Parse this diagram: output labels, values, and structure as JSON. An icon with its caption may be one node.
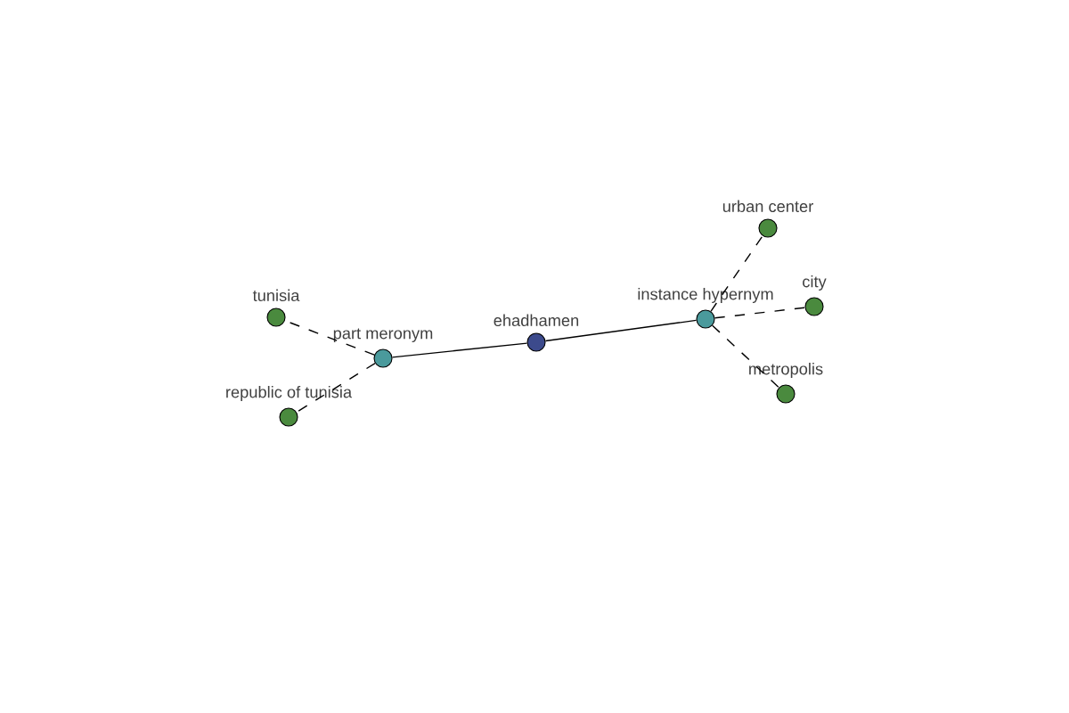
{
  "diagram": {
    "nodes": [
      {
        "text": [
          "ehadhamen"
        ]
      },
      {
        "text": [
          "part meronym"
        ]
      },
      {
        "text": [
          "tunisia"
        ]
      },
      {
        "text": [
          "republic of tunisia"
        ]
      },
      {
        "text": [
          "instance hypernym"
        ]
      },
      {
        "text": [
          "urban center"
        ]
      },
      {
        "text": [
          "city"
        ]
      },
      {
        "text": [
          "metropolis"
        ]
      }
    ],
    "edges": [
      {
        "from": 0,
        "to": 1,
        "arrow": "none"
      },
      {
        "from": 0,
        "to": 4,
        "arrow": "none"
      },
      {
        "from": 1,
        "to": 2,
        "arrow": "none",
        "style": "dashed"
      },
      {
        "from": 1,
        "to": 3,
        "arrow": "none",
        "style": "dashed"
      },
      {
        "from": 4,
        "to": 5,
        "arrow": "none",
        "style": "dashed"
      },
      {
        "from": 4,
        "to": 6,
        "arrow": "none",
        "style": "dashed"
      },
      {
        "from": 4,
        "to": 7,
        "arrow": "none",
        "style": "dashed"
      }
    ]
  }
}
